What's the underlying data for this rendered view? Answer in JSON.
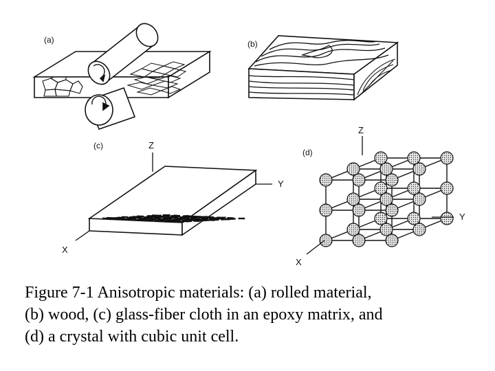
{
  "panels": {
    "a": {
      "label": "(a)"
    },
    "b": {
      "label": "(b)"
    },
    "c": {
      "label": "(c)",
      "axes": {
        "z": "Z",
        "y": "Y",
        "x": "X"
      }
    },
    "d": {
      "label": "(d)",
      "axes": {
        "z": "Z",
        "y": "Y",
        "x": "X"
      }
    }
  },
  "caption": {
    "lines": [
      "Figure 7-1 Anisotropic materials: (a) rolled material,",
      "(b) wood, (c) glass-fiber cloth in an epoxy matrix, and",
      "(d) a crystal with cubic unit cell."
    ]
  }
}
